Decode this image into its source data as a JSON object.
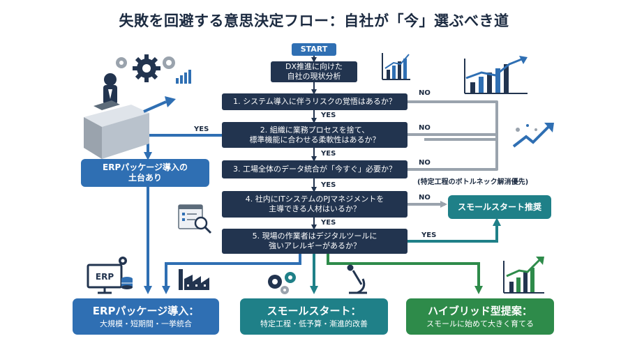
{
  "title": "失敗を回避する意思決定フロー：自社が「今」選ぶべき道",
  "start": "START",
  "analysis": [
    "DX推進に向けた",
    "自社の現状分析"
  ],
  "questions": [
    [
      "1. システム導入に伴うリスクの覚悟はあるか？"
    ],
    [
      "2. 組織に業務プロセスを捨て、",
      "標準機能に合わせる柔軟性はあるか？"
    ],
    [
      "3. 工場全体のデータ統合が「今すぐ」必要か？"
    ],
    [
      "4. 社内にITシステムのPJマネジメントを",
      "主導できる人材はいるか？"
    ],
    [
      "5. 現場の作業者はデジタルツールに",
      "強いアレルギーがあるか？"
    ]
  ],
  "branch_labels": {
    "yes": "YES",
    "no": "NO"
  },
  "erp_base": [
    "ERPパッケージ導入の",
    "土台あり"
  ],
  "small_start_rec": "スモールスタート推奨",
  "bottleneck_note": "(特定工程のボトルネック解消優先)",
  "outcomes": [
    {
      "title": "ERPパッケージ導入：",
      "sub": "大規模・短期間・一挙統合"
    },
    {
      "title": "スモールスタート：",
      "sub": "特定工程・低予算・漸進的改善"
    },
    {
      "title": "ハイブリッド型提案：",
      "sub": "スモールに始めて大きく育てる"
    }
  ],
  "icon_labels": {
    "erp": "ERP"
  },
  "colors": {
    "navy": "#22344f",
    "blue": "#2f6fb3",
    "teal": "#1f8088",
    "green": "#2e8b4a",
    "gray_line": "#9aa3ad"
  }
}
